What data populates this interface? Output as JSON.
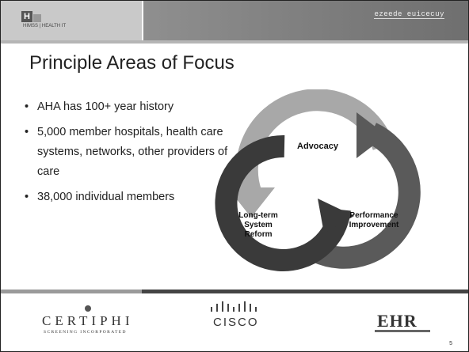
{
  "header": {
    "logo_letter": "H",
    "logo_tagline": "HIMSS | HEALTH IT",
    "tagline": "ezeede euicecuy"
  },
  "slide": {
    "title": "Principle Areas of Focus",
    "bullets": [
      "AHA has 100+ year history",
      "5,000 member hospitals, health care systems, networks, other providers of care",
      "38,000 individual members"
    ],
    "page_number": "5"
  },
  "cycle": {
    "labels": {
      "advocacy": "Advocacy",
      "longterm_line1": "Long-term",
      "longterm_line2": "System",
      "longterm_line3": "Reform",
      "performance_line1": "Performance",
      "performance_line2": "Improvement"
    },
    "colors": {
      "top_arrow": "#a8a8a8",
      "left_arrow": "#3a3a3a",
      "right_arrow": "#5a5a5a"
    }
  },
  "footer": {
    "sponsors": {
      "certiphi": "CERTIPHI",
      "certiphi_sub": "SCREENING INCORPORATED",
      "cisco": "CISCO",
      "ehr": "EHR"
    }
  }
}
